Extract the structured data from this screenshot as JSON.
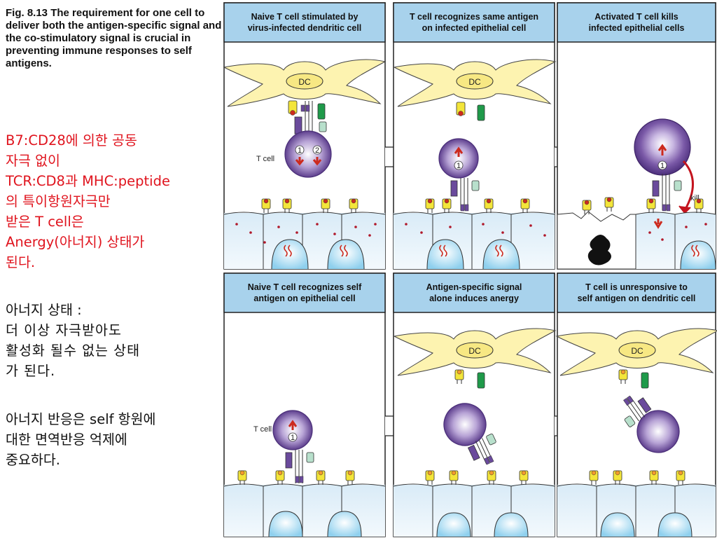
{
  "caption": {
    "fig_number": "Fig. 8.13",
    "text": "The requirement for one cell to deliver both the antigen-specific signal and the co-stimulatory signal is crucial in preventing immune responses to self antigens."
  },
  "note_red": [
    "B7:CD28에 의한 공동",
    "자극 없이",
    "TCR:CD8과 MHC:peptide",
    "의 특이항원자극만",
    "받은 T cell은",
    "Anergy(아너지) 상태가",
    "된다."
  ],
  "note_black": {
    "heading": "아너지 상태 :",
    "lines": [
      "더 이상 자극받아도",
      "활성화 될수 없는 상태",
      "가 된다."
    ]
  },
  "note_black2": [
    "아너지 반응은 self 항원에",
    "대한 면역반응 억제에",
    "중요하다."
  ],
  "panels": [
    {
      "title_lines": [
        "Naive T cell stimulated by",
        "virus-infected dendritic cell"
      ]
    },
    {
      "title_lines": [
        "T cell recognizes same antigen",
        "on infected epithelial cell"
      ]
    },
    {
      "title_lines": [
        "Activated T cell kills",
        "infected epithelial cells"
      ]
    },
    {
      "title_lines": [
        "Naive T cell recognizes self",
        "antigen on epithelial cell"
      ]
    },
    {
      "title_lines": [
        "Antigen-specific signal",
        "alone induces anergy"
      ]
    },
    {
      "title_lines": [
        "T cell is unresponsive to",
        "self antigen on dendritic cell"
      ]
    }
  ],
  "labels": {
    "dc": "DC",
    "t_cell": "T cell",
    "kill": "kill",
    "signal_1": "1",
    "signal_2": "2"
  },
  "colors": {
    "title_bar": "#a8d2ec",
    "panel_border": "#222222",
    "dendritic_cell": "#fdf3b0",
    "t_cell": "#6a4a9c",
    "epithelium": "#e6f1fa",
    "red_text": "#e0141e"
  }
}
